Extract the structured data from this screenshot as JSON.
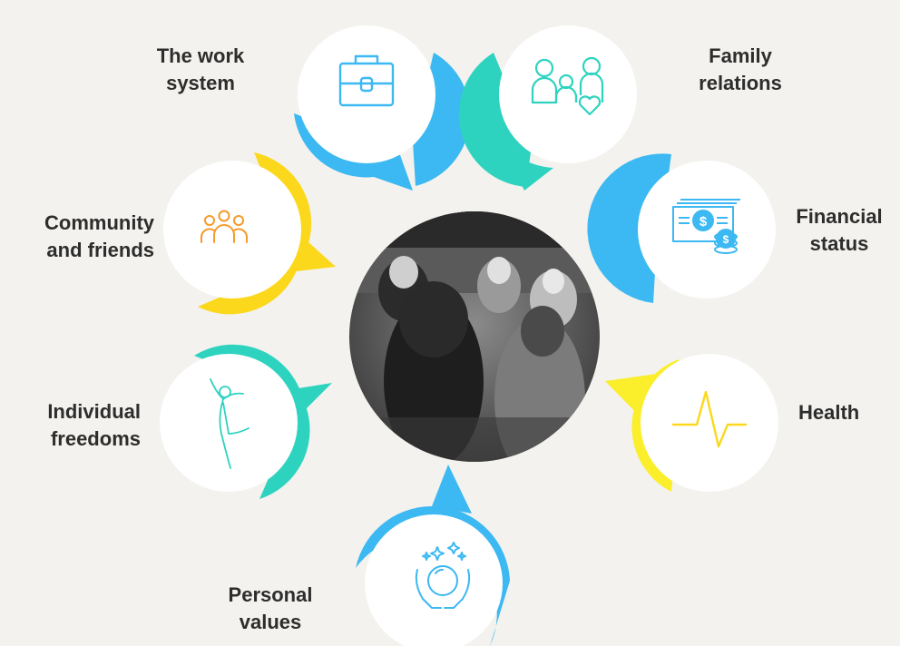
{
  "colors": {
    "background": "#f3f2ee",
    "blue": "#3cb8f2",
    "teal": "#2ed3c0",
    "yellow": "#fbd81c",
    "orange": "#f59b2b",
    "text": "#2d2d2d"
  },
  "center_photo": {
    "icon": "group-meeting-photo"
  },
  "nodes": [
    {
      "id": "work",
      "lines": [
        "The work",
        "system"
      ],
      "icon": "briefcase-icon",
      "accent": "blue"
    },
    {
      "id": "family",
      "lines": [
        "Family",
        "relations"
      ],
      "icon": "family-heart-icon",
      "accent": "teal"
    },
    {
      "id": "community",
      "lines": [
        "Community",
        "and friends"
      ],
      "icon": "people-group-icon",
      "accent": "yellow"
    },
    {
      "id": "financial",
      "lines": [
        "Financial",
        "status"
      ],
      "icon": "money-coins-icon",
      "accent": "blue"
    },
    {
      "id": "individual",
      "lines": [
        "Individual",
        "freedoms"
      ],
      "icon": "free-person-icon",
      "accent": "teal"
    },
    {
      "id": "health",
      "lines": [
        "Health"
      ],
      "icon": "heartbeat-icon",
      "accent": "yellow"
    },
    {
      "id": "personal",
      "lines": [
        "Personal",
        "values"
      ],
      "icon": "crystal-ball-hands-icon",
      "accent": "blue"
    }
  ]
}
